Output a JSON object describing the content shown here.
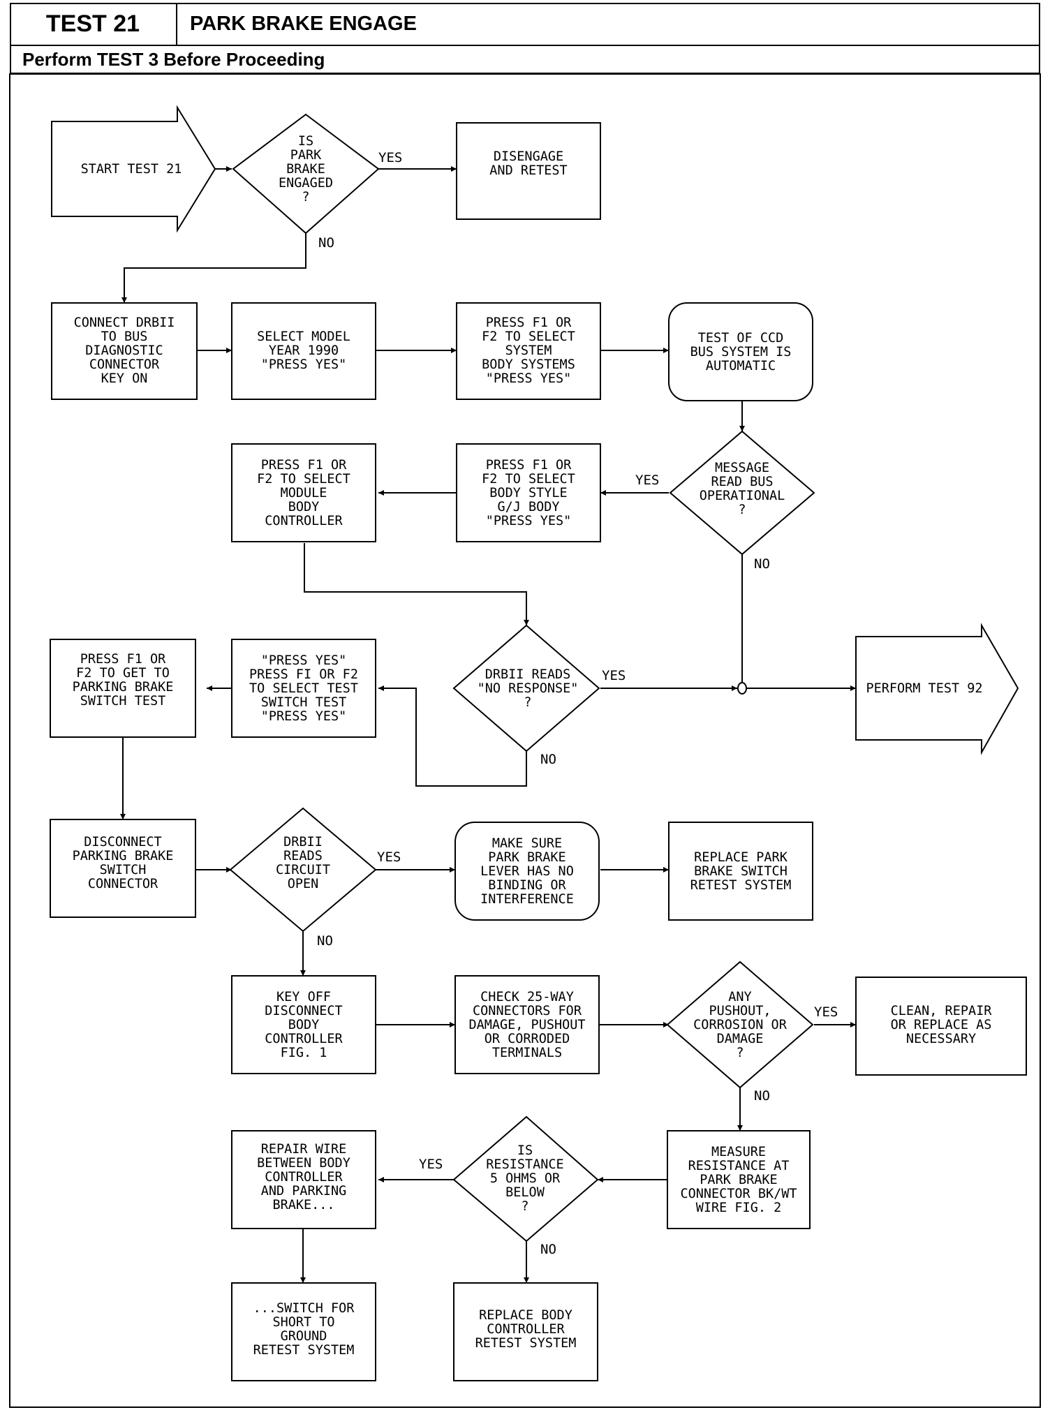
{
  "header": {
    "test_number": "TEST 21",
    "title": "PARK BRAKE ENGAGE",
    "prerequisite": "Perform TEST 3 Before Proceeding"
  },
  "nodes": {
    "start": [
      "START TEST 21"
    ],
    "d_park": [
      "IS",
      "PARK",
      "BRAKE",
      "ENGAGED",
      "?"
    ],
    "disengage": [
      "DISENGAGE",
      "AND RETEST"
    ],
    "connect": [
      "CONNECT DRBII",
      "TO BUS",
      "DIAGNOSTIC",
      "CONNECTOR",
      "KEY ON"
    ],
    "select_model": [
      "SELECT MODEL",
      "YEAR 1990",
      "\"PRESS YES\""
    ],
    "press_system": [
      "PRESS F1 OR",
      "F2 TO SELECT",
      "SYSTEM",
      "BODY SYSTEMS",
      "\"PRESS YES\""
    ],
    "ccd_auto": [
      "TEST OF CCD",
      "BUS SYSTEM IS",
      "AUTOMATIC"
    ],
    "d_message": [
      "MESSAGE",
      "READ BUS",
      "OPERATIONAL",
      "?"
    ],
    "press_body_style": [
      "PRESS F1 OR",
      "F2 TO SELECT",
      "BODY STYLE",
      "G/J BODY",
      "\"PRESS YES\""
    ],
    "press_module": [
      "PRESS F1 OR",
      "F2 TO SELECT",
      "MODULE",
      "BODY",
      "CONTROLLER"
    ],
    "d_no_response": [
      "DRBII READS",
      "\"NO RESPONSE\"",
      "?"
    ],
    "perform92": [
      "PERFORM TEST 92"
    ],
    "press_yes_test": [
      "\"PRESS YES\"",
      "PRESS FI OR F2",
      "TO SELECT TEST",
      "SWITCH TEST",
      "\"PRESS YES\""
    ],
    "press_parking": [
      "PRESS F1 OR",
      "F2 TO GET TO",
      "PARKING BRAKE",
      "SWITCH TEST"
    ],
    "disconnect": [
      "DISCONNECT",
      "PARKING BRAKE",
      "SWITCH",
      "CONNECTOR"
    ],
    "d_circuit": [
      "DRBII",
      "READS",
      "CIRCUIT",
      "OPEN"
    ],
    "make_sure": [
      "MAKE SURE",
      "PARK BRAKE",
      "LEVER HAS NO",
      "BINDING OR",
      "INTERFERENCE"
    ],
    "replace_switch": [
      "REPLACE PARK",
      "BRAKE SWITCH",
      "RETEST SYSTEM"
    ],
    "key_off": [
      "KEY OFF",
      "DISCONNECT",
      "BODY",
      "CONTROLLER",
      "FIG. 1"
    ],
    "check_25": [
      "CHECK 25-WAY",
      "CONNECTORS FOR",
      "DAMAGE, PUSHOUT",
      "OR CORRODED",
      "TERMINALS"
    ],
    "d_pushout": [
      "ANY",
      "PUSHOUT,",
      "CORROSION OR",
      "DAMAGE",
      "?"
    ],
    "clean": [
      "CLEAN, REPAIR",
      "OR REPLACE AS",
      "NECESSARY"
    ],
    "measure": [
      "MEASURE",
      "RESISTANCE AT",
      "PARK BRAKE",
      "CONNECTOR BK/WT",
      "WIRE FIG. 2"
    ],
    "d_resistance": [
      "IS",
      "RESISTANCE",
      "5 OHMS OR",
      "BELOW",
      "?"
    ],
    "repair_wire": [
      "REPAIR WIRE",
      "BETWEEN BODY",
      "CONTROLLER",
      "AND PARKING",
      "BRAKE..."
    ],
    "switch_short": [
      "...SWITCH FOR",
      "SHORT TO",
      "GROUND",
      "RETEST SYSTEM"
    ],
    "replace_body": [
      "REPLACE BODY",
      "CONTROLLER",
      "RETEST SYSTEM"
    ]
  },
  "edge_labels": {
    "park_yes": "YES",
    "park_no": "NO",
    "message_yes": "YES",
    "message_no": "NO",
    "noresp_yes": "YES",
    "noresp_no": "NO",
    "circuit_yes": "YES",
    "circuit_no": "NO",
    "pushout_yes": "YES",
    "pushout_no": "NO",
    "resistance_yes": "YES",
    "resistance_no": "NO"
  }
}
